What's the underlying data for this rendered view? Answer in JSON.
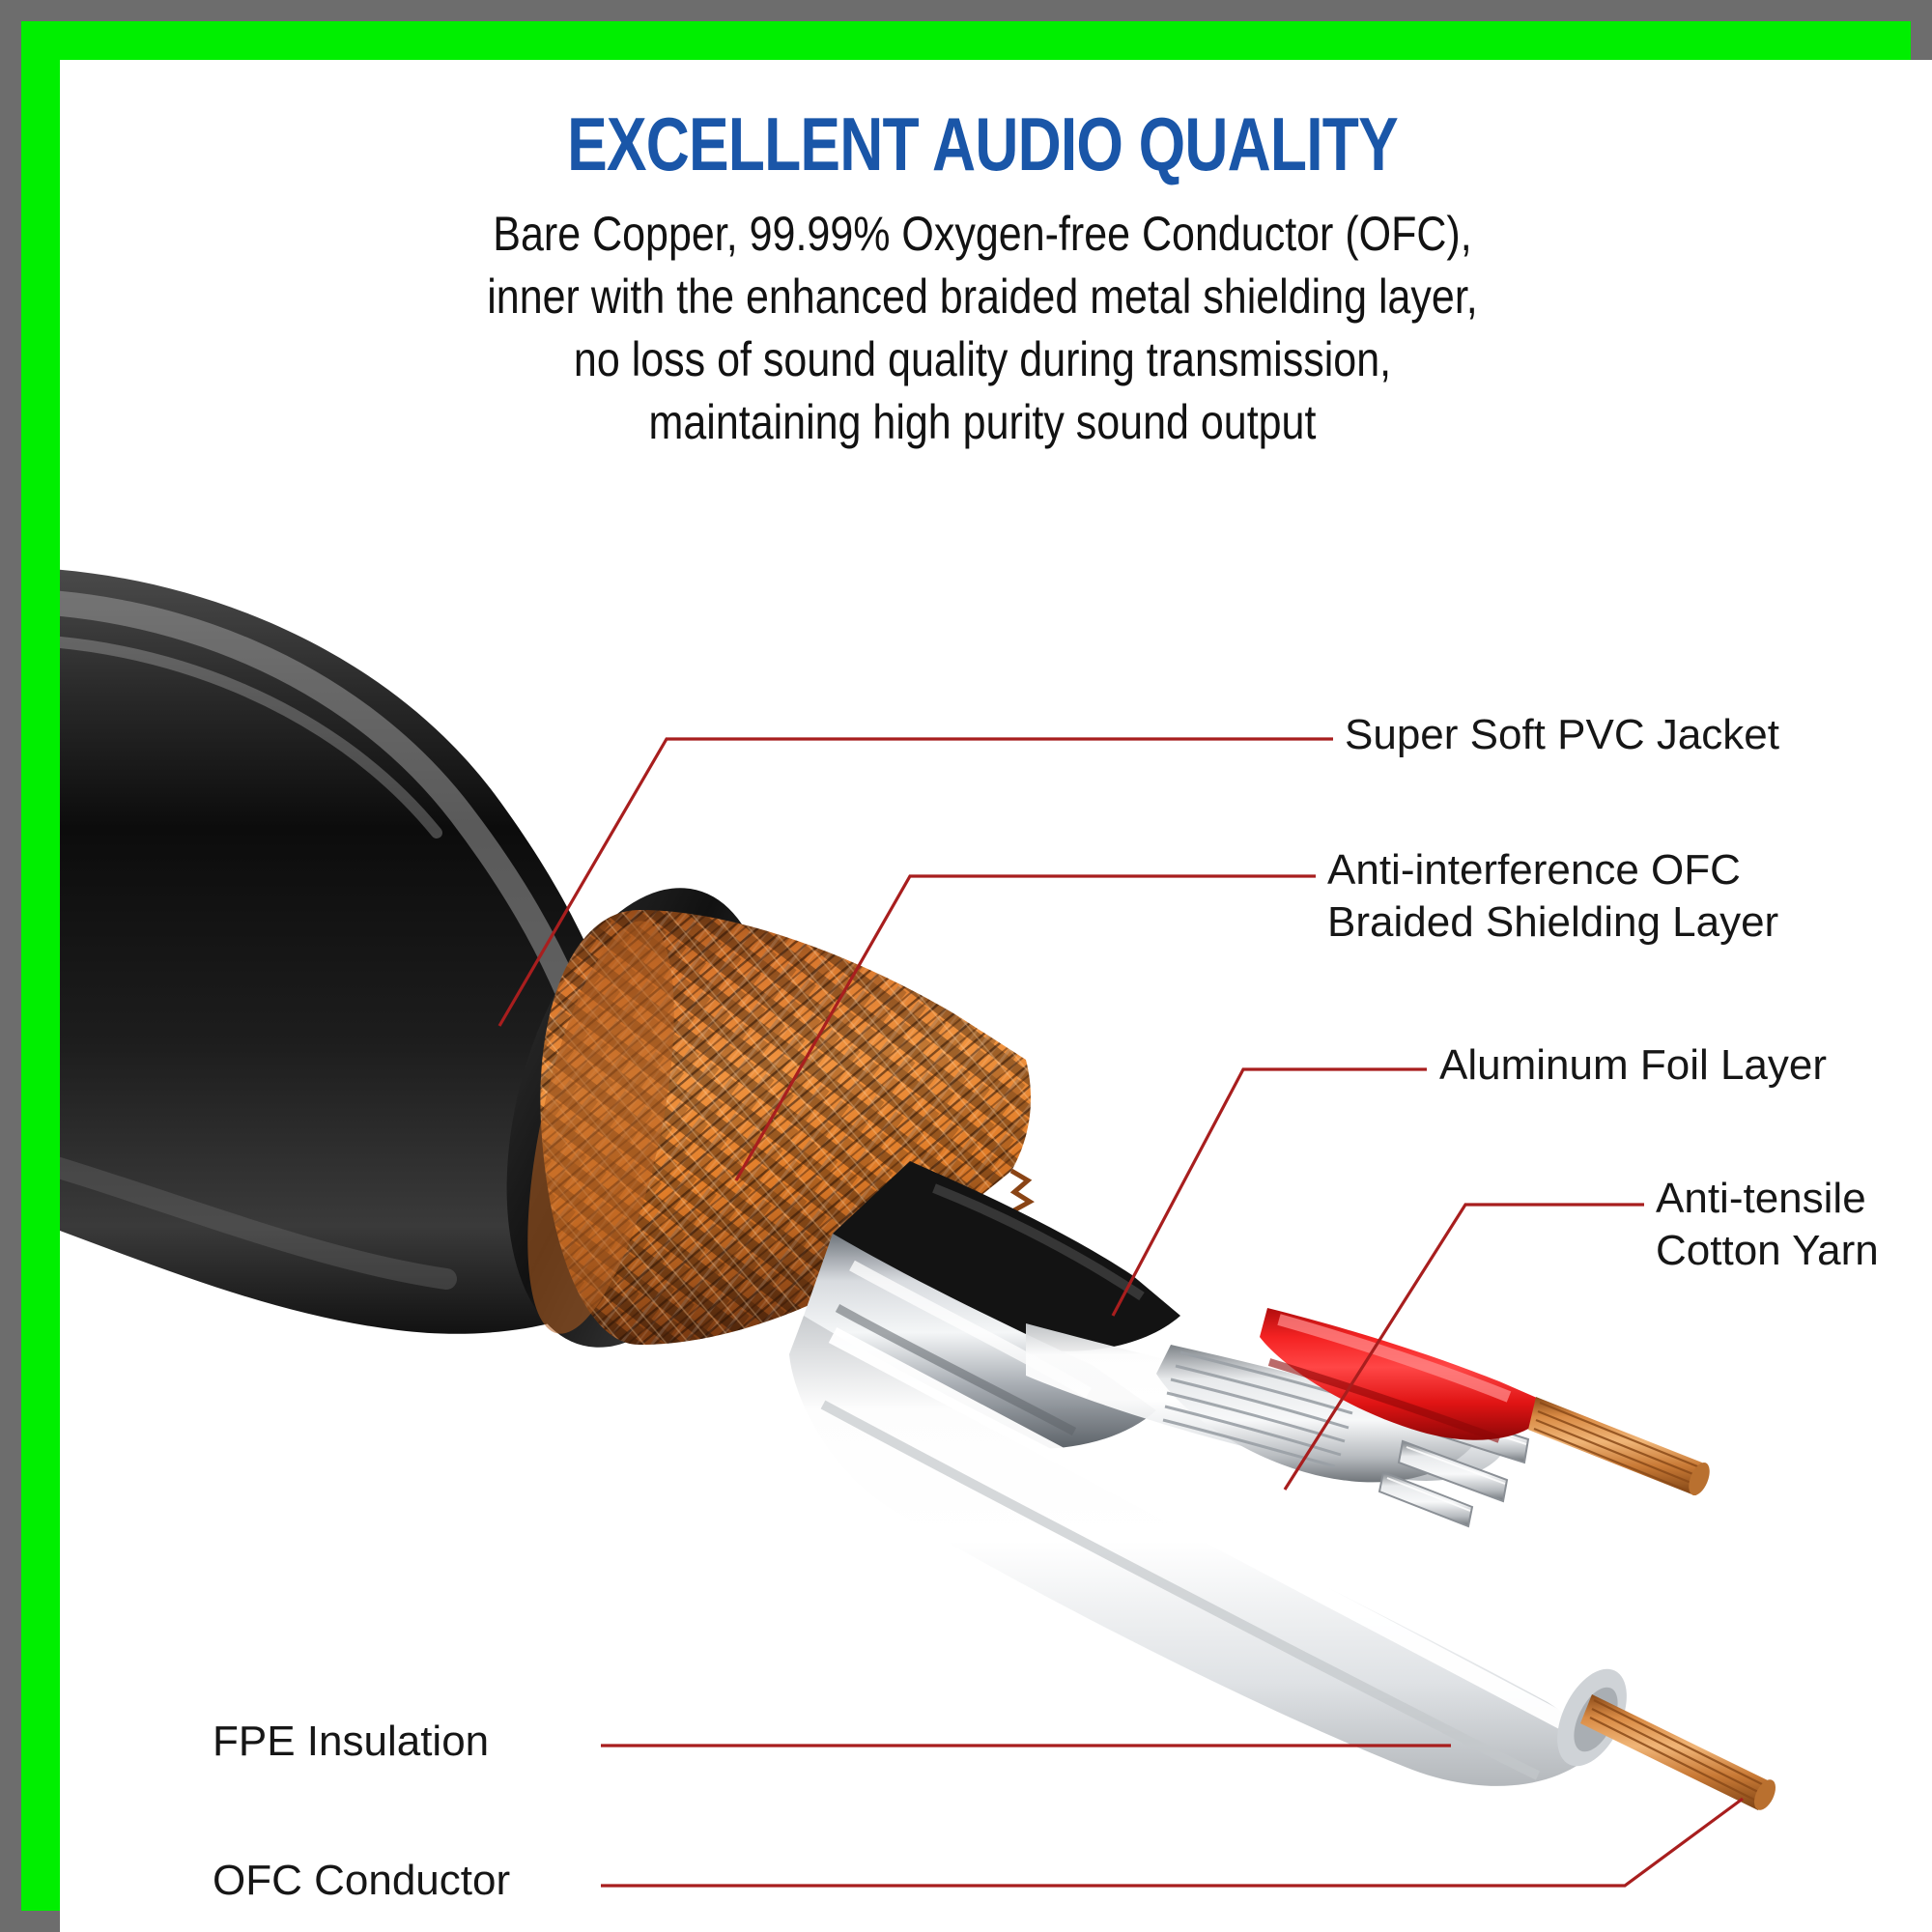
{
  "frame": {
    "outer_border_color": "#6d6d6d",
    "accent_border_color": "#00ef00",
    "background_color": "#ffffff"
  },
  "header": {
    "title": "EXCELLENT AUDIO QUALITY",
    "title_color": "#1a56a8",
    "subtitle_lines": [
      "Bare Copper, 99.99% Oxygen-free Conductor (OFC),",
      "inner with the enhanced braided metal shielding layer,",
      "no loss of sound quality during transmission,",
      "maintaining high purity sound output"
    ]
  },
  "diagram": {
    "leader_line_color": "#a81e1e",
    "callouts": [
      {
        "id": "pvc-jacket",
        "label": "Super Soft PVC Jacket",
        "side": "right"
      },
      {
        "id": "braided-shield",
        "label": "Anti-interference OFC\nBraided Shielding Layer",
        "side": "right"
      },
      {
        "id": "aluminum-foil",
        "label": "Aluminum Foil Layer",
        "side": "right"
      },
      {
        "id": "cotton-yarn",
        "label": "Anti-tensile\nCotton Yarn",
        "side": "right"
      },
      {
        "id": "fpe-insulation",
        "label": "FPE Insulation",
        "side": "left"
      },
      {
        "id": "ofc-conductor",
        "label": "OFC Conductor",
        "side": "left"
      }
    ],
    "materials": {
      "jacket_color": "#1a1a1a",
      "braid_copper_color": "#e07a2a",
      "foil_color": "#b9bcc0",
      "insulation_white": "#f2f2f2",
      "red_wire_color": "#ee1111",
      "cotton_yarn_color": "#c9ccd0",
      "conductor_copper_color": "#c97a36"
    }
  }
}
